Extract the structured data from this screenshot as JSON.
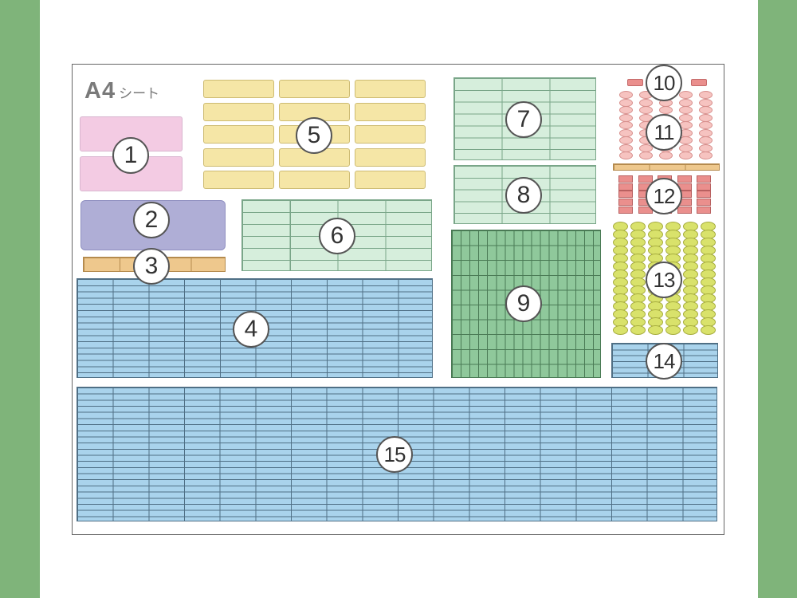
{
  "sheet": {
    "title_main": "A4",
    "title_sub": "シート"
  },
  "regions": [
    {
      "id": "1",
      "label": "1"
    },
    {
      "id": "2",
      "label": "2"
    },
    {
      "id": "3",
      "label": "3"
    },
    {
      "id": "4",
      "label": "4"
    },
    {
      "id": "5",
      "label": "5"
    },
    {
      "id": "6",
      "label": "6"
    },
    {
      "id": "7",
      "label": "7"
    },
    {
      "id": "8",
      "label": "8"
    },
    {
      "id": "9",
      "label": "9"
    },
    {
      "id": "10",
      "label": "10"
    },
    {
      "id": "11",
      "label": "11"
    },
    {
      "id": "12",
      "label": "12"
    },
    {
      "id": "13",
      "label": "13"
    },
    {
      "id": "14",
      "label": "14"
    },
    {
      "id": "15",
      "label": "15"
    }
  ],
  "colors": {
    "band": "#7fb47a",
    "pink": "#f3cbe3",
    "lavender": "#afaed6",
    "tan": "#eec88d",
    "blue": "#a9d3ec",
    "yellow": "#f5e6a6",
    "mint": "#d6eedc",
    "green": "#8fc89b",
    "salmon": "#f6c3c0",
    "red": "#ea8f8d",
    "lime": "#d9e26b"
  }
}
